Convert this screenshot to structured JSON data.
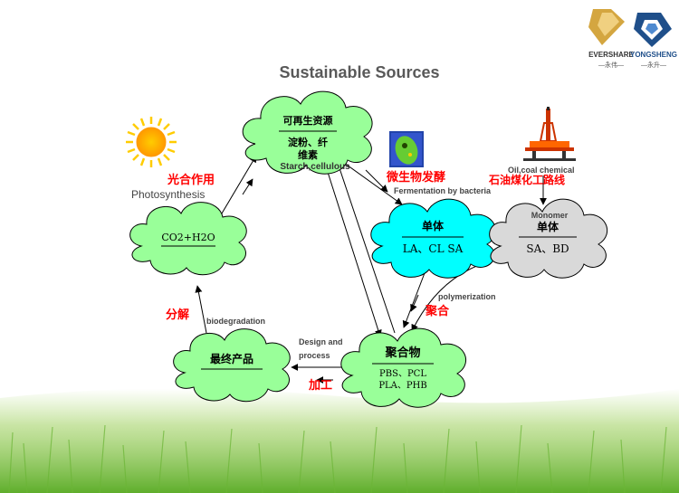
{
  "logos": [
    {
      "name": "EVERSHARE",
      "sub": "—永伟—"
    },
    {
      "name": "YONGSHENG",
      "sub": "—永升—"
    }
  ],
  "title": "Sustainable Sources",
  "nodes": {
    "renewable": {
      "line1": "可再生资源",
      "line2": "淀粉、纤",
      "line3": "维素",
      "caption": "Starch,cellulous"
    },
    "co2": {
      "label": "CO2+H2O"
    },
    "monomer_bio": {
      "title": "单体",
      "body": "LA、CL SA"
    },
    "monomer_petro": {
      "title": "单体",
      "body": "SA、BD",
      "caption": "Monomer"
    },
    "final": {
      "label": "最终产品"
    },
    "polymer": {
      "title": "聚合物",
      "line1": "PBS、PCL",
      "line2": "PLA、PHB"
    }
  },
  "labels": {
    "photosynthesis_cn": "光合作用",
    "photosynthesis_en": "Photosynthesis",
    "ferment_cn": "微生物发酵",
    "ferment_en": "Fermentation by bacteria",
    "oil_en": "Oil,coal chemical",
    "oil_cn": "石油煤化工路线",
    "decompose_cn": "分解",
    "decompose_en": "biodegradation",
    "design_en_1": "Design and",
    "design_en_2": "process",
    "process_cn": "加工",
    "polymerize_en": "polymerization",
    "polymerize_cn": "聚合"
  },
  "colors": {
    "green_cloud": "#99ff99",
    "cyan_cloud": "#00ffff",
    "grey_cloud": "#d9d9d9",
    "red_label": "#ff0000",
    "title_grey": "#595959",
    "grass": "#7cc242"
  }
}
